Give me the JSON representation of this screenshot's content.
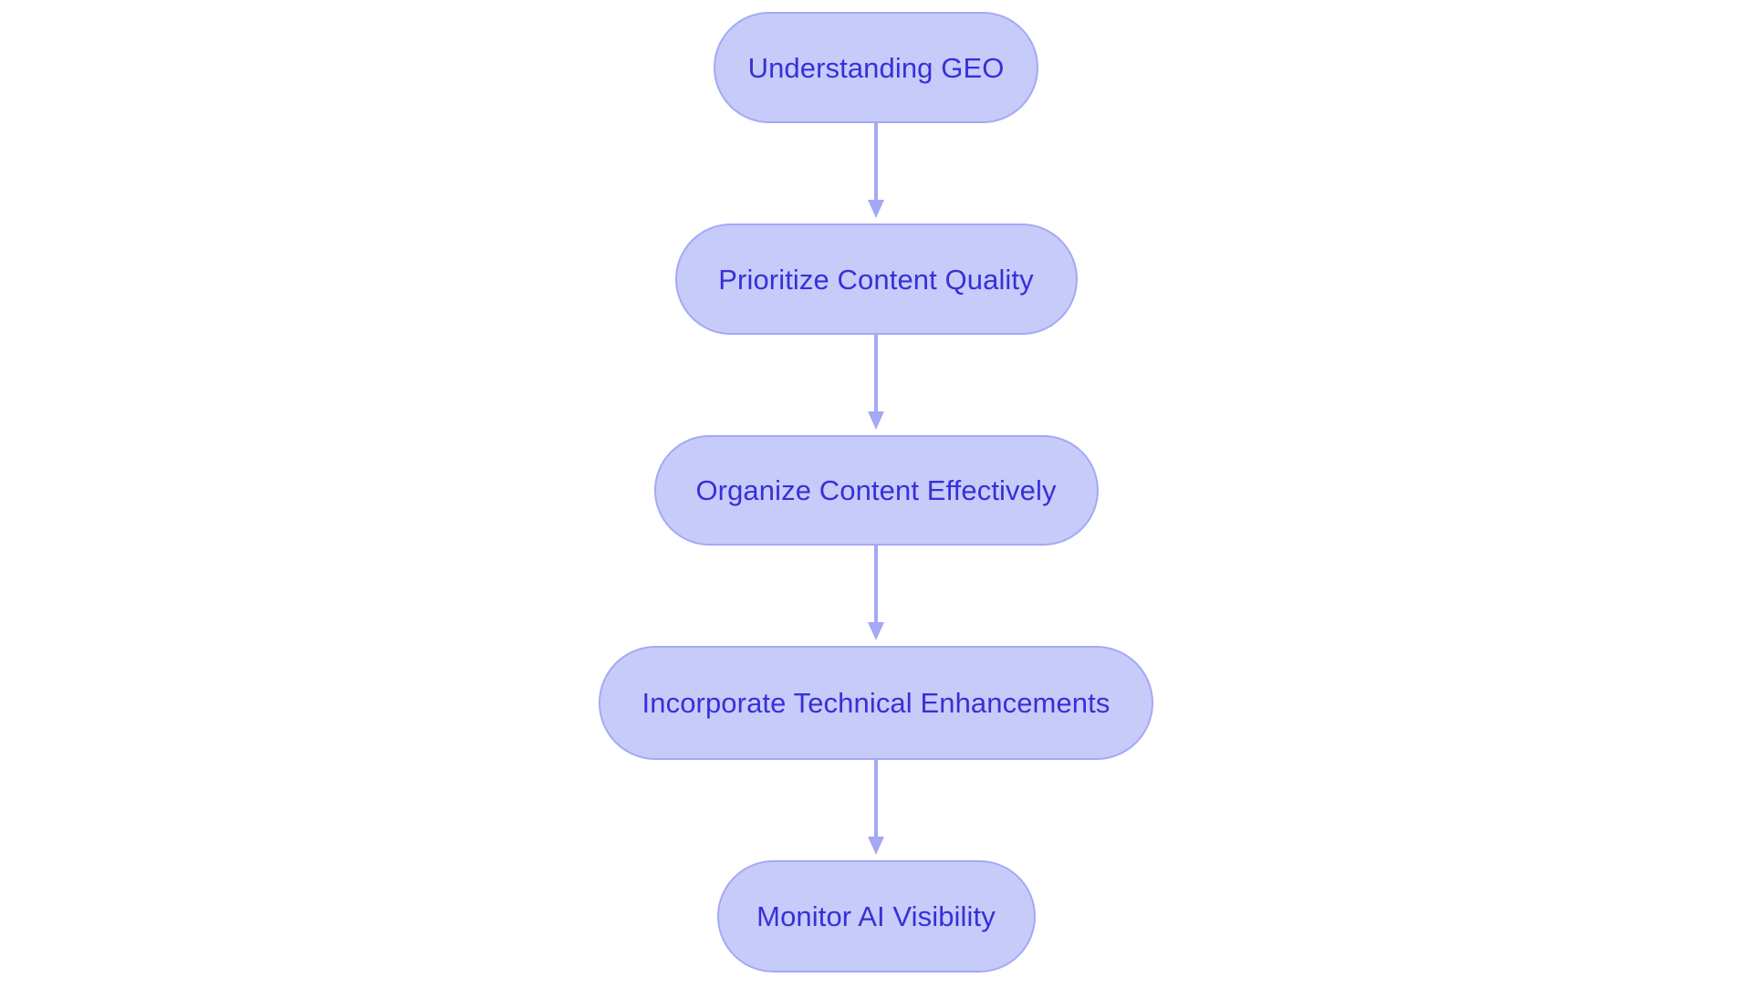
{
  "diagram": {
    "type": "flowchart",
    "orientation": "top-to-bottom",
    "title": "",
    "background_color": "#ffffff",
    "node_fill_color": "#c7cbfa",
    "node_border_color": "#a3a9f5",
    "node_text_color": "#3730d8",
    "connector_color": "#a3a9f5",
    "node_shape": "stadium",
    "nodes": [
      {
        "id": "n1",
        "label": "Understanding GEO"
      },
      {
        "id": "n2",
        "label": "Prioritize Content Quality"
      },
      {
        "id": "n3",
        "label": "Organize Content Effectively"
      },
      {
        "id": "n4",
        "label": "Incorporate Technical Enhancements"
      },
      {
        "id": "n5",
        "label": "Monitor AI Visibility"
      }
    ],
    "edges": [
      {
        "from": "n1",
        "to": "n2",
        "label": "",
        "arrow": "down-arrowhead"
      },
      {
        "from": "n2",
        "to": "n3",
        "label": "",
        "arrow": "down-arrowhead"
      },
      {
        "from": "n3",
        "to": "n4",
        "label": "",
        "arrow": "down-arrowhead"
      },
      {
        "from": "n4",
        "to": "n5",
        "label": "",
        "arrow": "down-arrowhead"
      }
    ]
  }
}
